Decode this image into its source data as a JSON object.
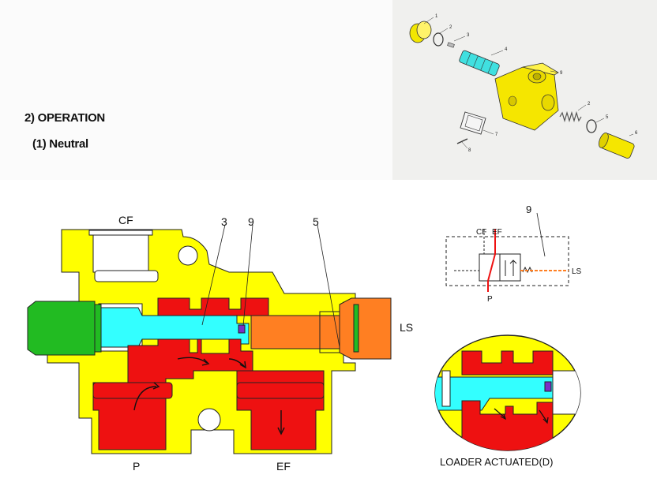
{
  "section": {
    "title": "2) OPERATION",
    "subtitle": "(1) Neutral"
  },
  "main_diagram": {
    "labels": {
      "cf": "CF",
      "p": "P",
      "ef": "EF",
      "ls": "LS",
      "n3": "3",
      "n9": "9",
      "n5": "5"
    }
  },
  "schematic": {
    "labels": {
      "cf": "CF",
      "ef": "EF",
      "p": "P",
      "ls": "LS",
      "n9": "9"
    }
  },
  "detail": {
    "caption": "LOADER ACTUATED(D)"
  },
  "exploded_view": {
    "part_numbers": [
      "1",
      "2",
      "3",
      "4",
      "9",
      "7",
      "8",
      "2",
      "5",
      "6"
    ]
  },
  "colors": {
    "body": "#ffff00",
    "pressure": "#ee1111",
    "spool": "#33ffff",
    "plug": "#22bb22",
    "ls_chamber": "#ff7f22",
    "outline": "#222222"
  }
}
